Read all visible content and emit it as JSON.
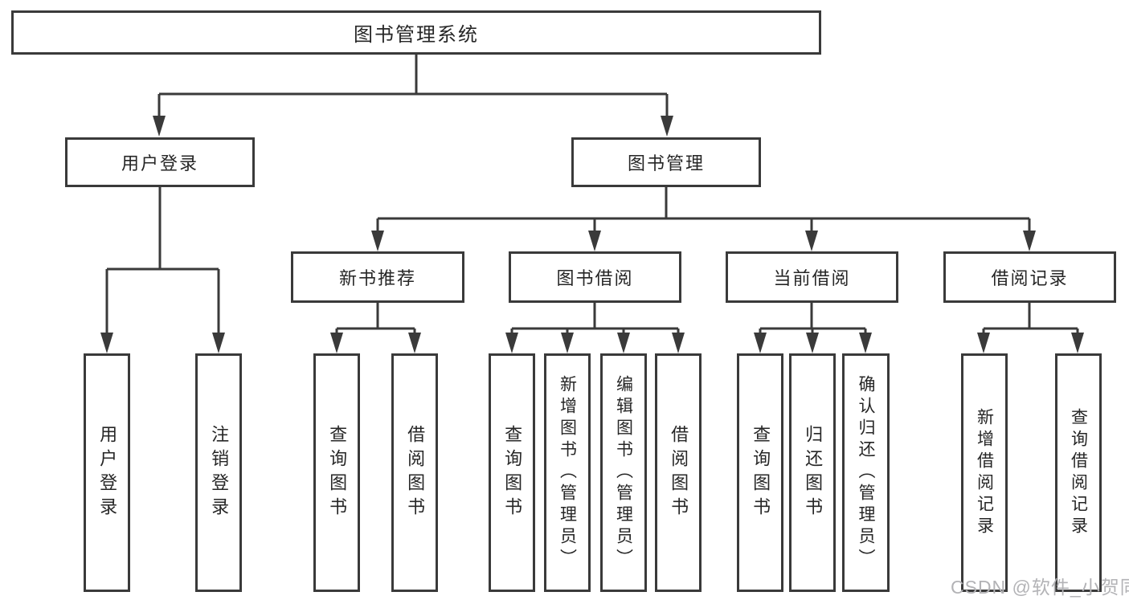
{
  "diagram": {
    "root": "图书管理系统",
    "level2": [
      {
        "label": "用户登录"
      },
      {
        "label": "图书管理"
      }
    ],
    "login_children": [
      "用户登录",
      "注销登录"
    ],
    "sections": [
      {
        "label": "新书推荐",
        "children": [
          "查询图书",
          "借阅图书"
        ]
      },
      {
        "label": "图书借阅",
        "children": [
          "查询图书",
          "新增图书（管理员）",
          "编辑图书（管理员）",
          "借阅图书"
        ]
      },
      {
        "label": "当前借阅",
        "children": [
          "查询图书",
          "归还图书",
          "确认归还（管理员）"
        ]
      },
      {
        "label": "借阅记录",
        "children": [
          "新增借阅记录",
          "查询借阅记录"
        ]
      }
    ]
  },
  "watermark": {
    "text": "CSDN @软件_小贺同学"
  },
  "colors": {
    "line": "#3a3a3a",
    "box_background": "#ffffff",
    "text": "#262626",
    "watermark": "#b3b3b6"
  }
}
